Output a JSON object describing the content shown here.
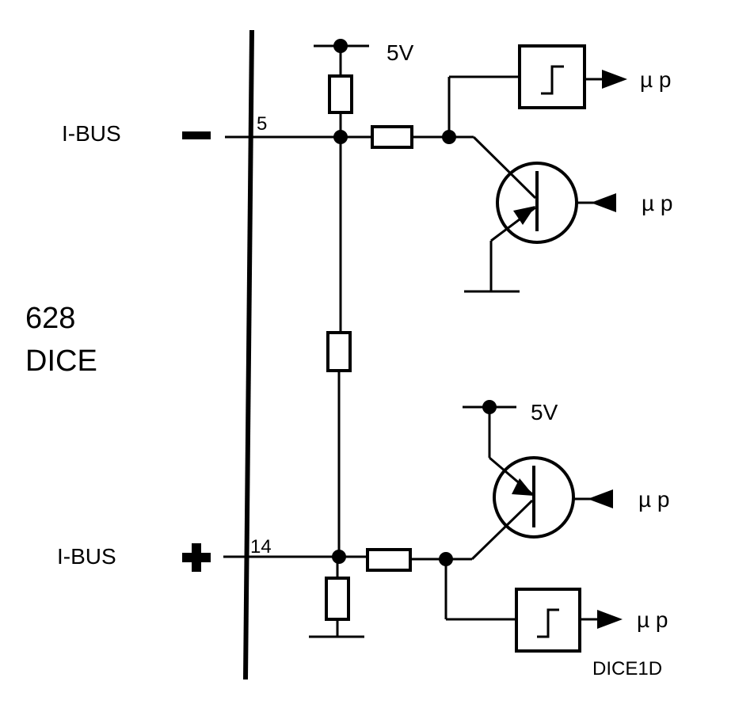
{
  "left_block": {
    "line1": "628",
    "line2": "DICE"
  },
  "bus_minus": {
    "label": "I-BUS",
    "pin": "5"
  },
  "bus_plus": {
    "label": "I-BUS",
    "pin": "14"
  },
  "supply": {
    "top": "5V",
    "bottom": "5V"
  },
  "outputs": {
    "mu_p_1": "µ p",
    "mu_p_2": "µ p",
    "mu_p_3": "µ p",
    "mu_p_4": "µ p"
  },
  "figure_id": "DICE1D"
}
